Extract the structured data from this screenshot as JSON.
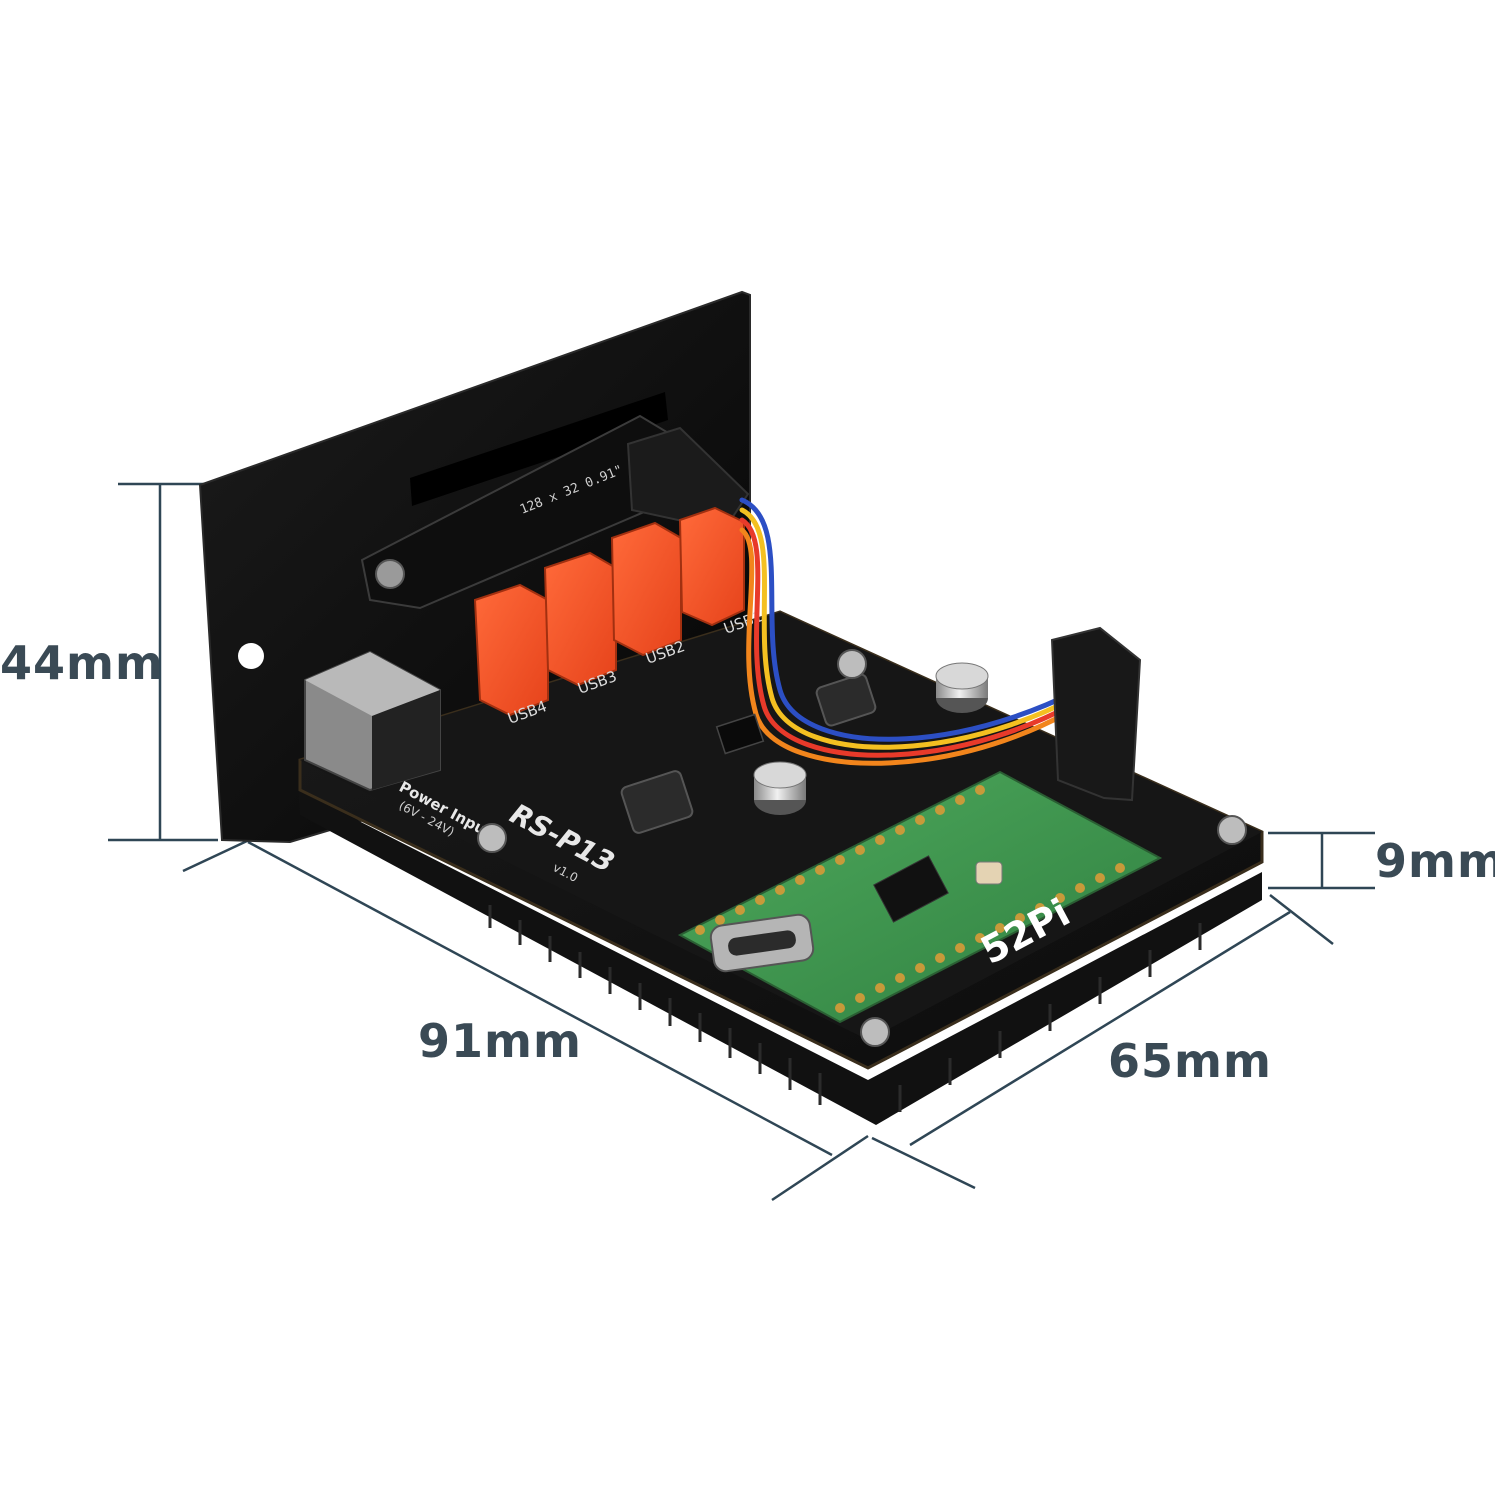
{
  "dimensions": {
    "height": "44mm",
    "length": "91mm",
    "width": "65mm",
    "thickness": "9mm"
  },
  "board": {
    "model": "RS-P13",
    "version": "v1.0",
    "oled_label": "128 x 32 0.91\"",
    "power_label": "Power Input",
    "power_range": "(6V - 24V)",
    "usb_ports": [
      "USB4",
      "USB3",
      "USB2",
      "USB1"
    ],
    "brand_logo": "52Pi"
  },
  "colors": {
    "dimension_line": "#2f4655",
    "pcb": "#121212",
    "bracket": "#0b0b0b",
    "connector": "#f2552c",
    "pico": "#3f9a52",
    "gold_pin": "#c79a3a"
  }
}
